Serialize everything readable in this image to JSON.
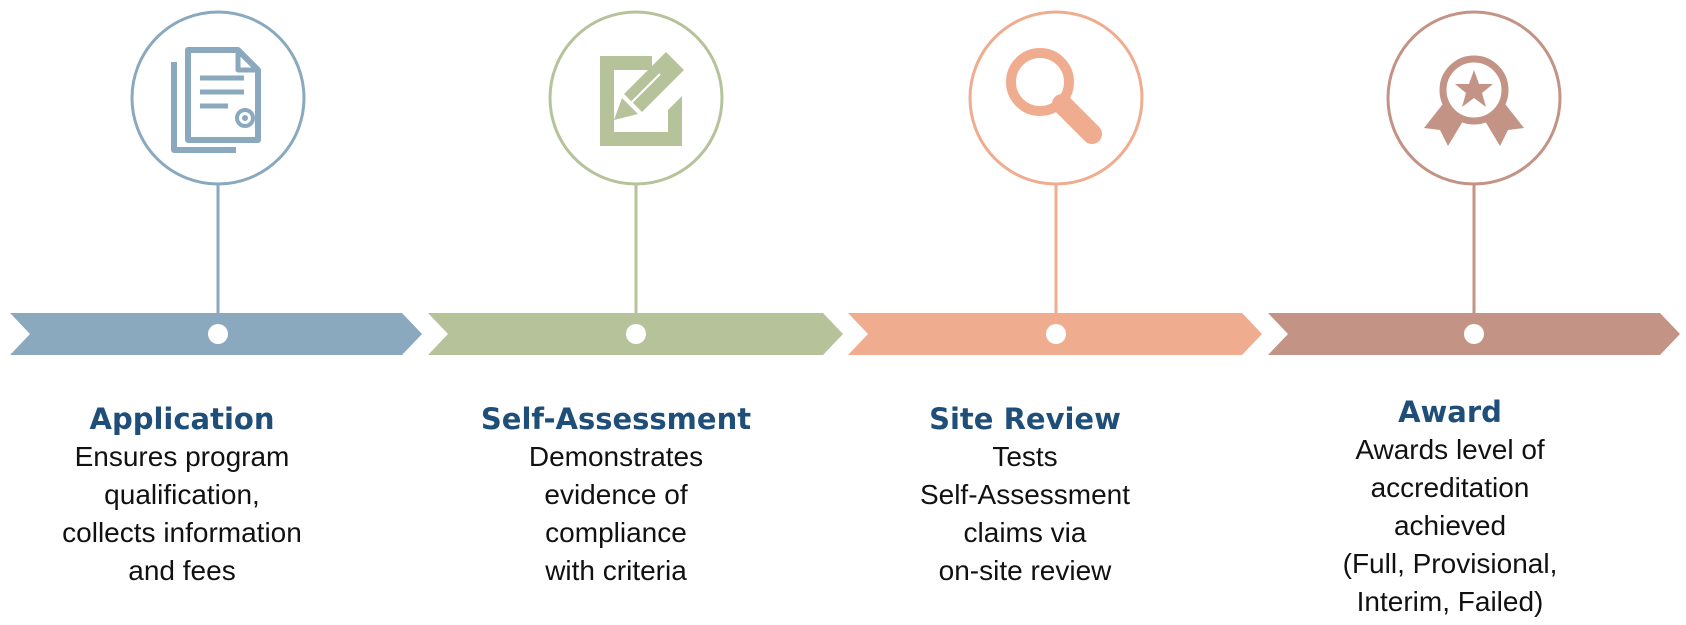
{
  "colors": {
    "application": "#8aa9bf",
    "self_assessment": "#b6c39a",
    "site_review": "#efac8e",
    "award": "#c39385",
    "title_text": "#1f4e79",
    "body_text": "#111111",
    "dot": "#ffffff"
  },
  "steps": [
    {
      "id": "application",
      "icon": "document-icon",
      "title": "Application",
      "lines": [
        "Ensures program",
        "qualification,",
        "collects information",
        "and fees"
      ]
    },
    {
      "id": "self-assessment",
      "icon": "edit-icon",
      "title": "Self-Assessment",
      "lines": [
        "Demonstrates",
        "evidence of",
        "compliance",
        "with criteria"
      ]
    },
    {
      "id": "site-review",
      "icon": "magnifier-icon",
      "title": "Site Review",
      "lines": [
        "Tests",
        "Self-Assessment",
        "claims via",
        "on-site review"
      ]
    },
    {
      "id": "award",
      "icon": "award-ribbon-icon",
      "title": "Award",
      "lines": [
        "Awards level of",
        "accreditation",
        "achieved",
        "(Full, Provisional,",
        "Interim, Failed)"
      ]
    }
  ]
}
